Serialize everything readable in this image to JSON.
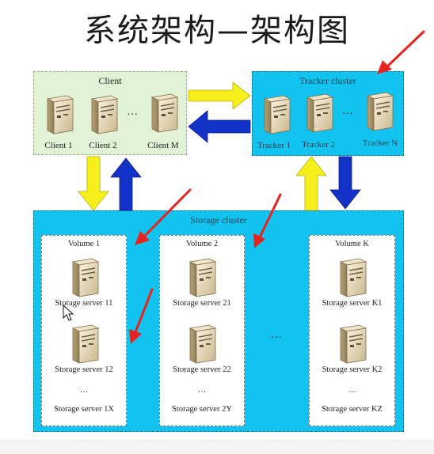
{
  "title": "系统架构—架构图",
  "client": {
    "heading": "Client",
    "servers": [
      "Client 1",
      "Client 2",
      "Client M"
    ],
    "ellipsis": "…"
  },
  "tracker": {
    "heading": "Tracker cluster",
    "servers": [
      "Tracker 1",
      "Tracker 2",
      "Tracker N"
    ],
    "ellipsis": "…"
  },
  "storage": {
    "heading": "Storage cluster",
    "ellipsis": "…",
    "volumes": [
      {
        "name": "Volume 1",
        "servers": [
          "Storage server 11",
          "Storage server 12"
        ],
        "dots": "…",
        "last": "Storage server 1X"
      },
      {
        "name": "Volume 2",
        "servers": [
          "Storage server 21",
          "Storage server 22"
        ],
        "dots": "…",
        "last": "Storage server 2Y"
      },
      {
        "name": "Volume K",
        "servers": [
          "Storage server K1",
          "Storage server K2"
        ],
        "dots": "…",
        "last": "Storage server KZ"
      }
    ]
  },
  "colors": {
    "cluster_cyan": "#11c3ee",
    "client_green": "#e2f2d6",
    "arrow_yellow": "#f6ef1b",
    "arrow_blue": "#1232c8",
    "annotation_red": "#e8231f"
  }
}
